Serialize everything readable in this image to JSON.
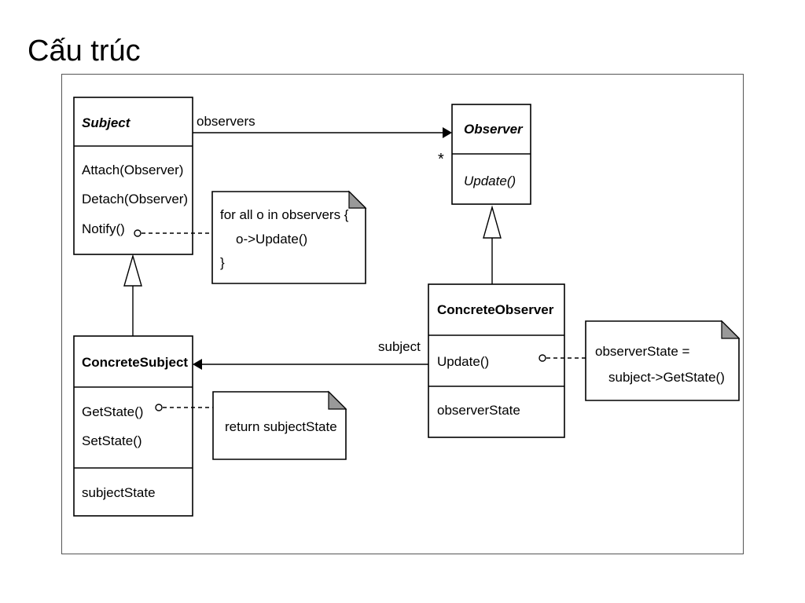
{
  "slide": {
    "title": "Cấu trúc"
  },
  "classes": {
    "subject": {
      "name": "Subject",
      "methods": [
        "Attach(Observer)",
        "Detach(Observer)",
        "Notify()"
      ]
    },
    "observer": {
      "name": "Observer",
      "methods": [
        "Update()"
      ]
    },
    "concrete_subject": {
      "name": "ConcreteSubject",
      "methods": [
        "GetState()",
        "SetState()"
      ],
      "attributes": [
        "subjectState"
      ]
    },
    "concrete_observer": {
      "name": "ConcreteObserver",
      "methods": [
        "Update()"
      ],
      "attributes": [
        "observerState"
      ]
    }
  },
  "notes": {
    "notify": [
      "for all o in observers {",
      "o->Update()",
      "}"
    ],
    "get_state": [
      "return subjectState"
    ],
    "update": [
      "observerState =",
      "subject->GetState()"
    ]
  },
  "associations": {
    "observers": {
      "label": "observers",
      "multiplicity": "*"
    },
    "subject": {
      "label": "subject"
    }
  }
}
